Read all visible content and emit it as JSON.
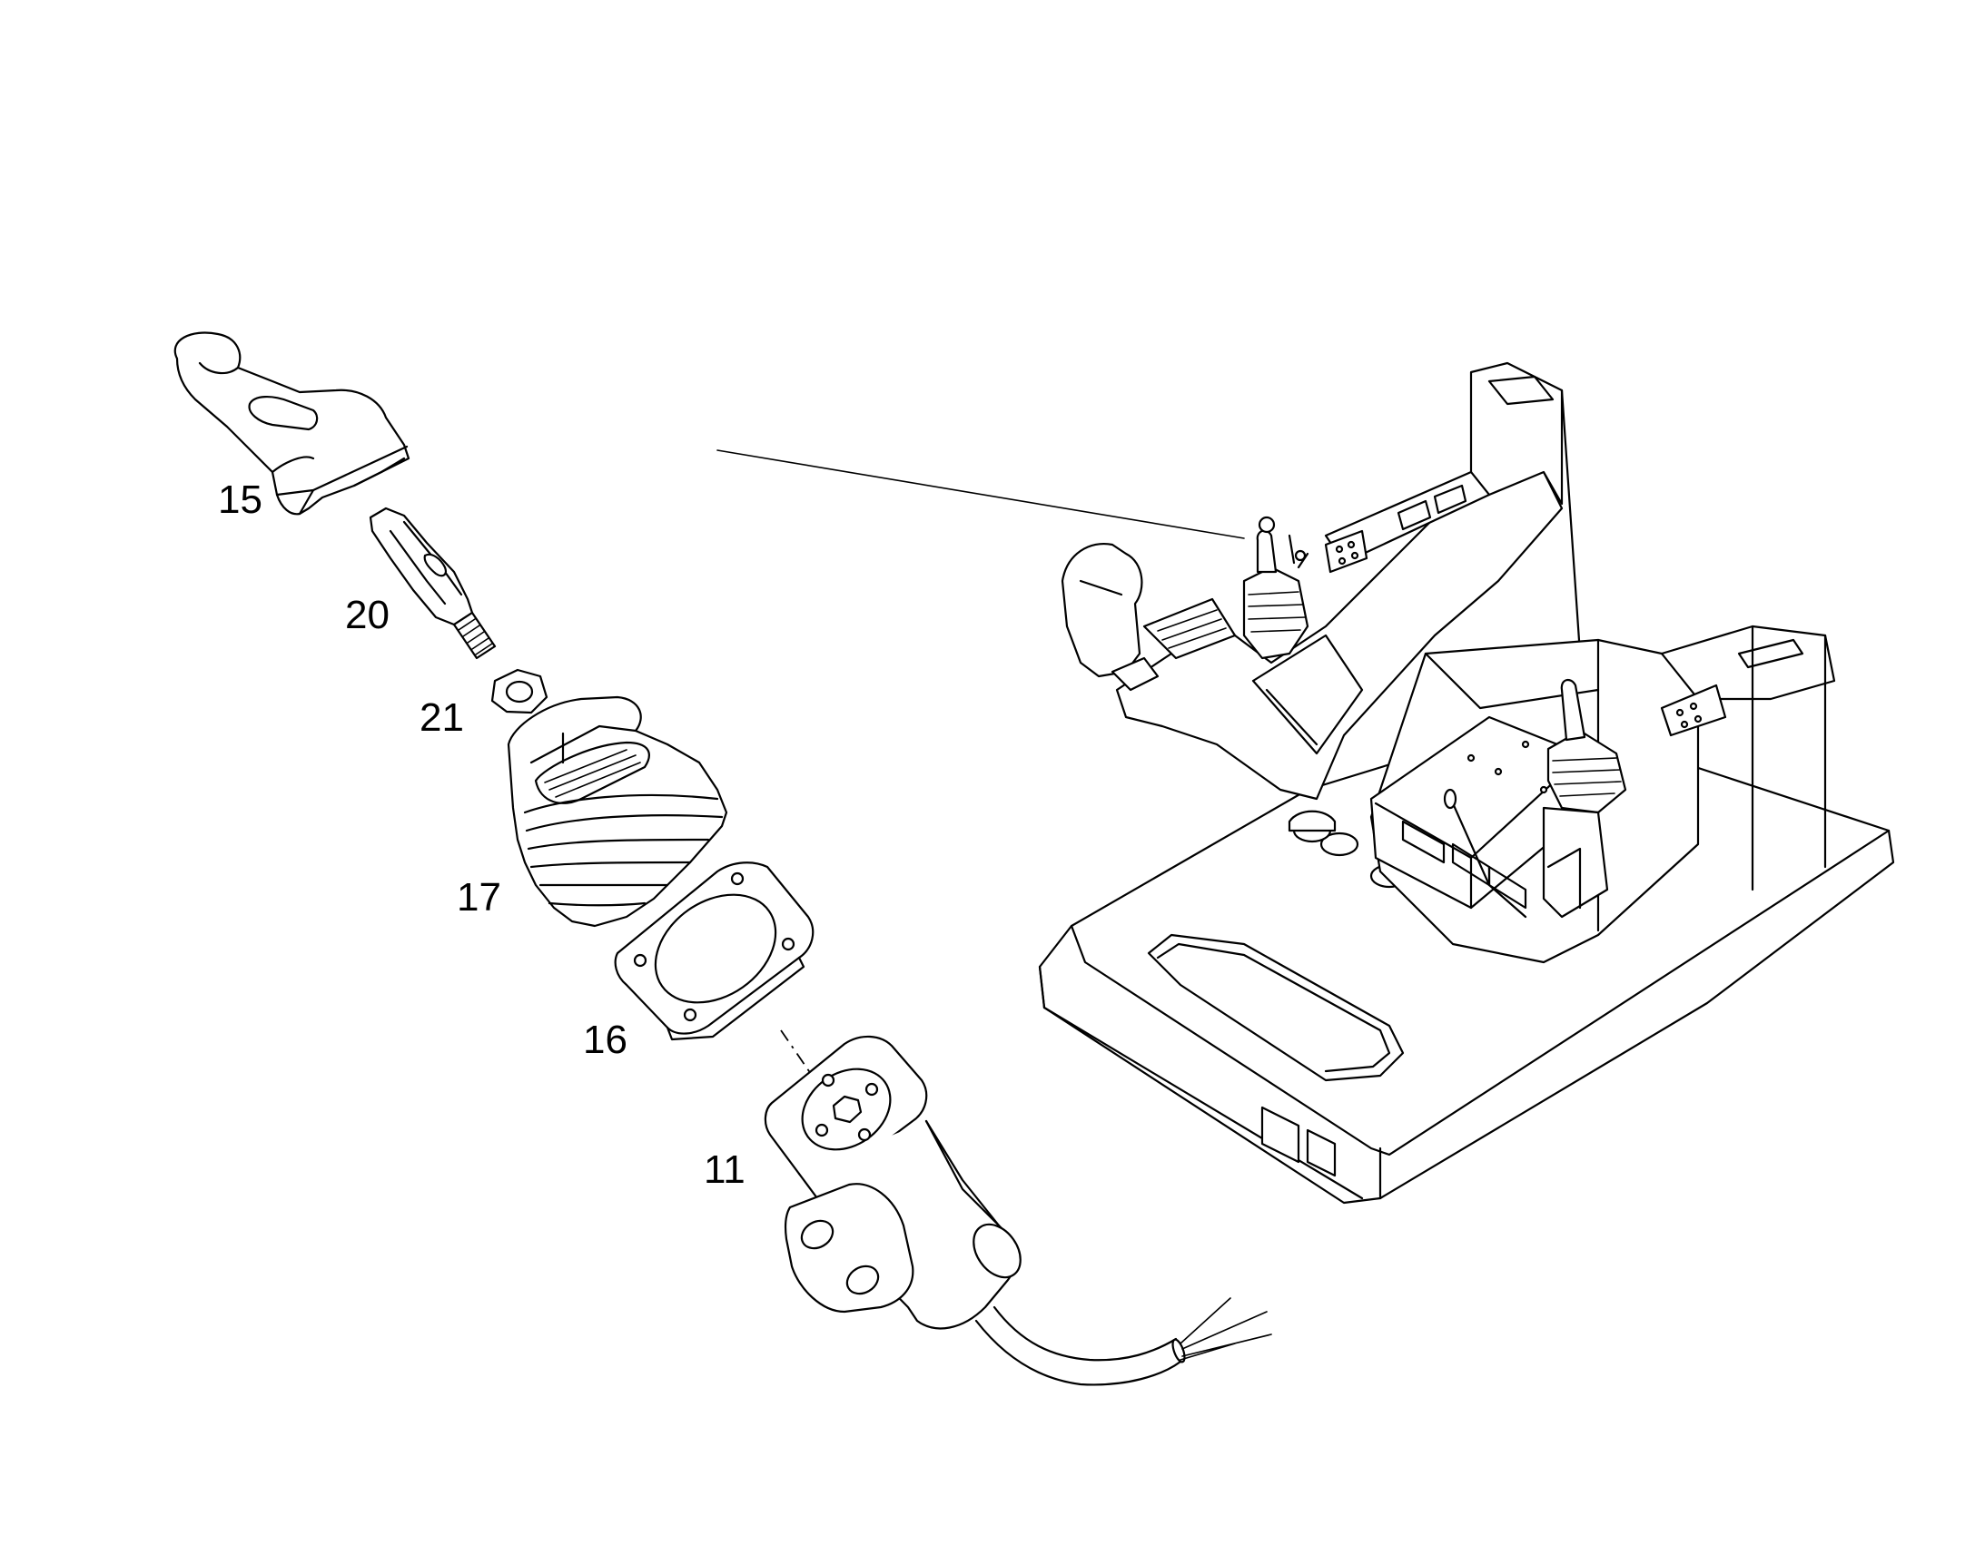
{
  "parts": [
    {
      "id": "15",
      "label": "15"
    },
    {
      "id": "20",
      "label": "20"
    },
    {
      "id": "21",
      "label": "21"
    },
    {
      "id": "17",
      "label": "17"
    },
    {
      "id": "16",
      "label": "16"
    },
    {
      "id": "11",
      "label": "11"
    }
  ],
  "colors": {
    "line": "#000000",
    "background": "#ffffff"
  }
}
